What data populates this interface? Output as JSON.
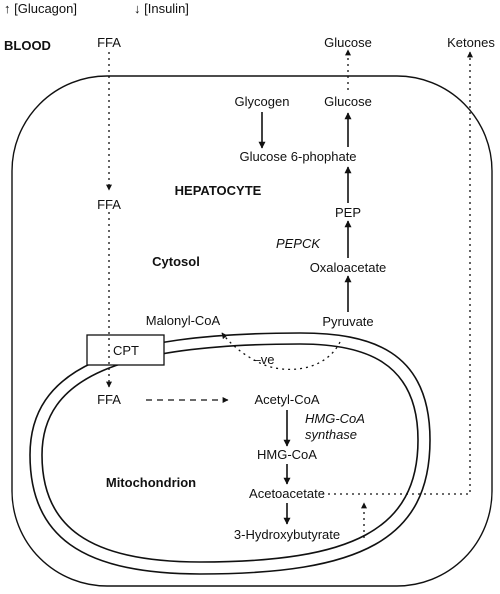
{
  "header": {
    "glucagon": "↑ [Glucagon]",
    "insulin": "↓ [Insulin]"
  },
  "compartments": {
    "blood": "BLOOD",
    "hepatocyte": "HEPATOCYTE",
    "cytosol": "Cytosol",
    "mitochondrion": "Mitochondrion"
  },
  "metabolites": {
    "ffa_blood": "FFA",
    "ffa_cytosol": "FFA",
    "ffa_mito": "FFA",
    "glucose_blood": "Glucose",
    "ketones": "Ketones",
    "glycogen": "Glycogen",
    "glucose_cell": "Glucose",
    "glucose6p": "Glucose 6-phophate",
    "pep": "PEP",
    "oxaloacetate": "Oxaloacetate",
    "pyruvate": "Pyruvate",
    "malonyl_coa": "Malonyl-CoA",
    "acetyl_coa": "Acetyl-CoA",
    "hmg_coa": "HMG-CoA",
    "acetoacetate": "Acetoacetate",
    "hydroxybutyrate": "3-Hydroxybutyrate"
  },
  "enzymes": {
    "pepck": "PEPCK",
    "hmg_synthase_line1": "HMG-CoA",
    "hmg_synthase_line2": "synthase",
    "cpt": "CPT"
  },
  "annotations": {
    "negative": "–ve"
  }
}
